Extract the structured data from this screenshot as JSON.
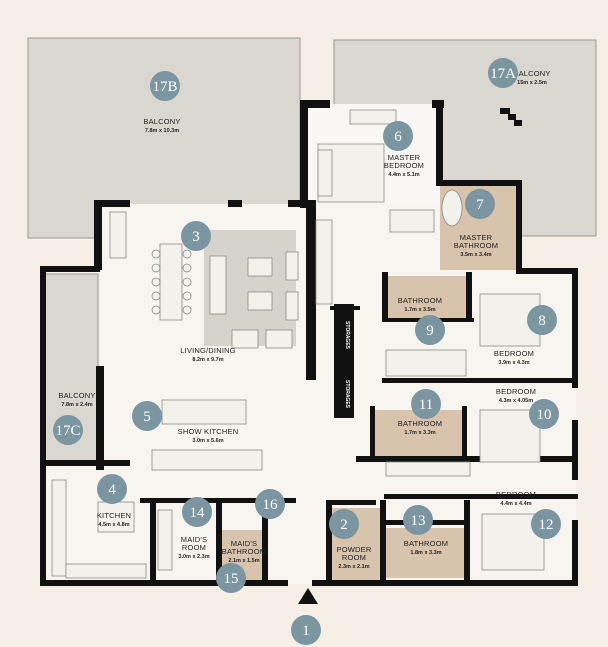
{
  "rooms": [
    {
      "id": "balcony-17b",
      "name": "BALCONY",
      "dim": "7.8m x 10.3m"
    },
    {
      "id": "balcony-17a",
      "name": "BALCONY",
      "dim": "15m x 2.5m"
    },
    {
      "id": "master-bedroom",
      "name": "MASTER\nBEDROOM",
      "dim": "4.4m x 5.1m"
    },
    {
      "id": "master-bathroom",
      "name": "MASTER\nBATHROOM",
      "dim": "3.5m x 3.4m"
    },
    {
      "id": "bathroom-9",
      "name": "BATHROOM",
      "dim": "1.7m x 3.5m"
    },
    {
      "id": "bedroom-8",
      "name": "BEDROOM",
      "dim": "3.9m x 4.3m"
    },
    {
      "id": "living-dining",
      "name": "LIVING/DINING",
      "dim": "8.2m x 9.7m"
    },
    {
      "id": "balcony-17c",
      "name": "BALCONY",
      "dim": "7.8m x 2.4m"
    },
    {
      "id": "show-kitchen",
      "name": "SHOW KITCHEN",
      "dim": "3.0m x 5.6m"
    },
    {
      "id": "bedroom-10",
      "name": "BEDROOM",
      "dim": "4.3m x 4.05m"
    },
    {
      "id": "bathroom-11",
      "name": "BATHROOM",
      "dim": "1.7m x 3.3m"
    },
    {
      "id": "bedroom-12",
      "name": "BEDROOM",
      "dim": "4.4m x 4.4m"
    },
    {
      "id": "kitchen",
      "name": "KITCHEN",
      "dim": "4.5m x 4.8m"
    },
    {
      "id": "maids-room",
      "name": "MAID'S\nROOM",
      "dim": "3.0m x 2.3m"
    },
    {
      "id": "maids-bathroom",
      "name": "MAID'S\nBATHROOM",
      "dim": "2.1m x 1.5m"
    },
    {
      "id": "powder-room",
      "name": "POWDER\nROOM",
      "dim": "2.3m x 2.1m"
    },
    {
      "id": "bathroom-13",
      "name": "BATHROOM",
      "dim": "1.8m x 3.3m"
    }
  ],
  "badges": [
    "1",
    "2",
    "3",
    "4",
    "5",
    "6",
    "7",
    "8",
    "9",
    "10",
    "11",
    "12",
    "13",
    "14",
    "15",
    "16",
    "17A",
    "17B",
    "17C"
  ],
  "labels": {
    "storage": "STORAGES"
  },
  "colors": {
    "badge": "#7b95a1",
    "background": "#f6efe6",
    "wet_area": "#d8c3ad",
    "balcony": "#d9d7cf",
    "wall": "#111111"
  }
}
